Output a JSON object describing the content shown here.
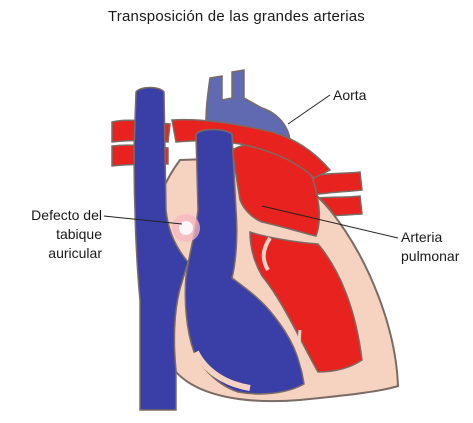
{
  "title": "Transposición de las grandes arterias",
  "labels": {
    "aorta": "Aorta",
    "defect_line1": "Defecto del",
    "defect_line2": "tabique",
    "defect_line3": "auricular",
    "arteria_line1": "Arteria",
    "arteria_line2": "pulmonar"
  },
  "colors": {
    "oxygenated": "#e8231f",
    "deoxygenated": "#3a3fa8",
    "aorta": "#5f6ab0",
    "myocardium": "#f6d2c0",
    "outline": "#7a6b64"
  }
}
